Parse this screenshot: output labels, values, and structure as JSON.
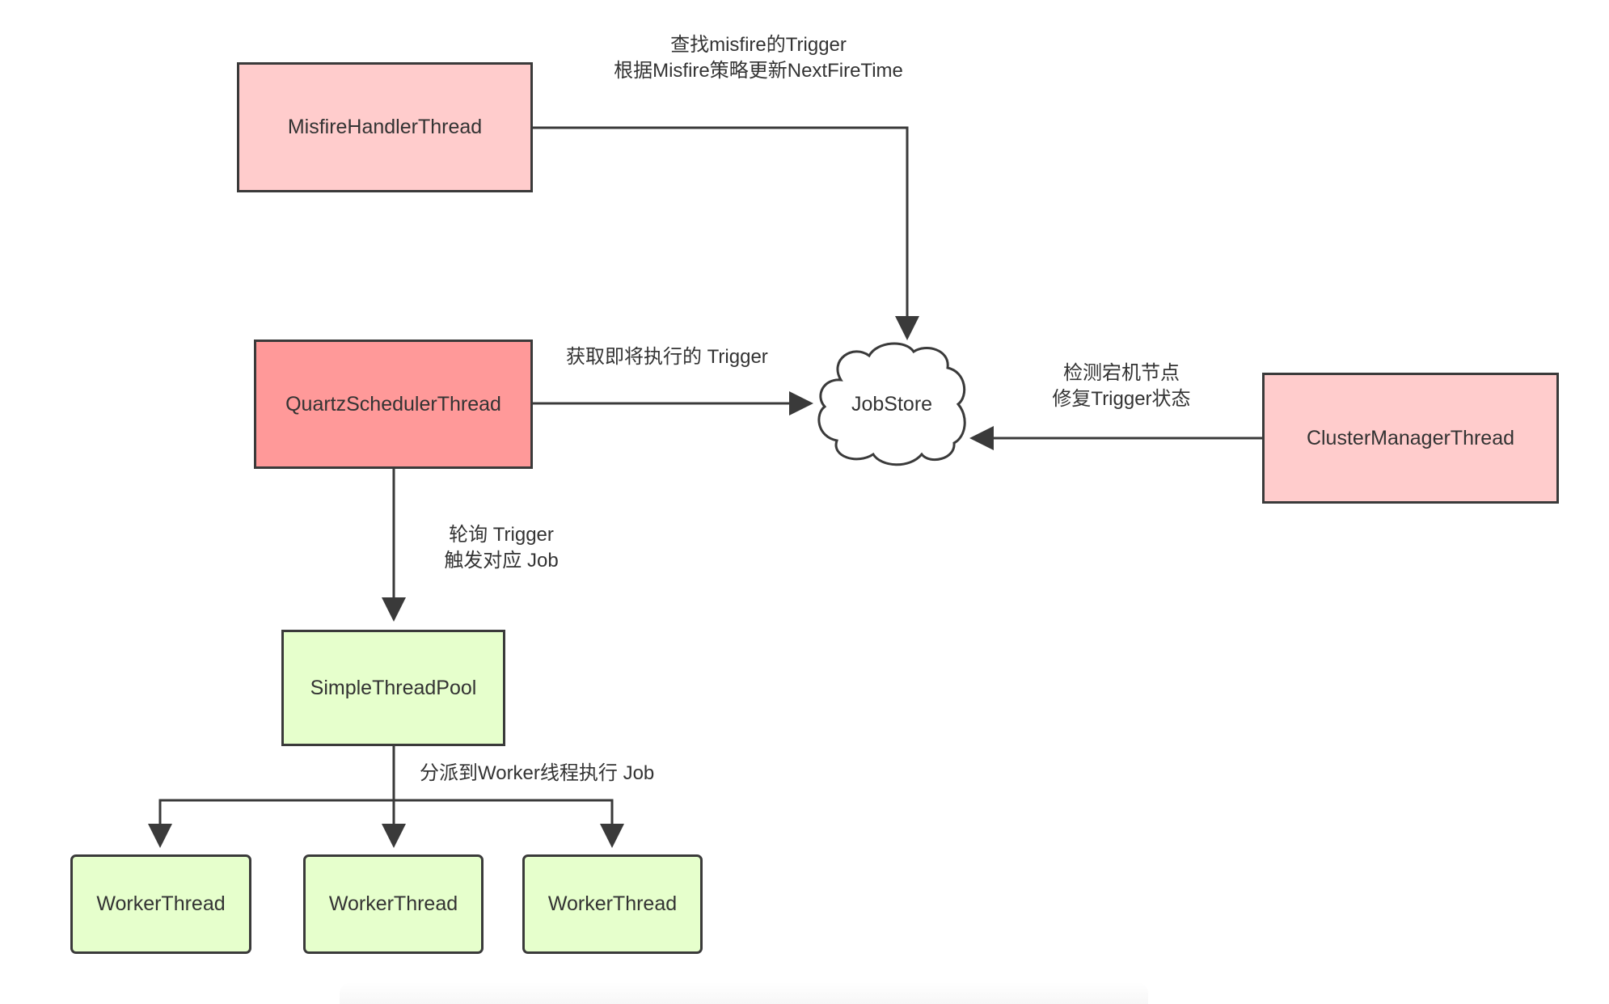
{
  "diagram": {
    "title": "Quartz scheduler thread model",
    "colors": {
      "stroke": "#3a3a3a",
      "misfire_fill": "#FFCCCC",
      "scheduler_fill": "#FF9999",
      "cluster_fill": "#FFCCCC",
      "pool_fill": "#E6FFCC",
      "worker_fill": "#E6FFCC",
      "store_fill": "#FFFFFF"
    },
    "nodes": {
      "misfire": "MisfireHandlerThread",
      "scheduler": "QuartzSchedulerThread",
      "jobstore": "JobStore",
      "cluster": "ClusterManagerThread",
      "pool": "SimpleThreadPool",
      "workers": [
        "WorkerThread",
        "WorkerThread",
        "WorkerThread"
      ]
    },
    "edges": [
      {
        "from": "misfire",
        "to": "jobstore",
        "label_lines": [
          "查找misfire的Trigger",
          "根据Misfire策略更新NextFireTime"
        ]
      },
      {
        "from": "scheduler",
        "to": "jobstore",
        "label_lines": [
          "获取即将执行的 Trigger"
        ]
      },
      {
        "from": "cluster",
        "to": "jobstore",
        "label_lines": [
          "检测宕机节点",
          "修复Trigger状态"
        ]
      },
      {
        "from": "scheduler",
        "to": "pool",
        "label_lines": [
          "轮询 Trigger",
          "触发对应 Job"
        ]
      },
      {
        "from": "pool",
        "to": "workers",
        "label_lines": [
          "分派到Worker线程执行 Job"
        ]
      }
    ]
  }
}
